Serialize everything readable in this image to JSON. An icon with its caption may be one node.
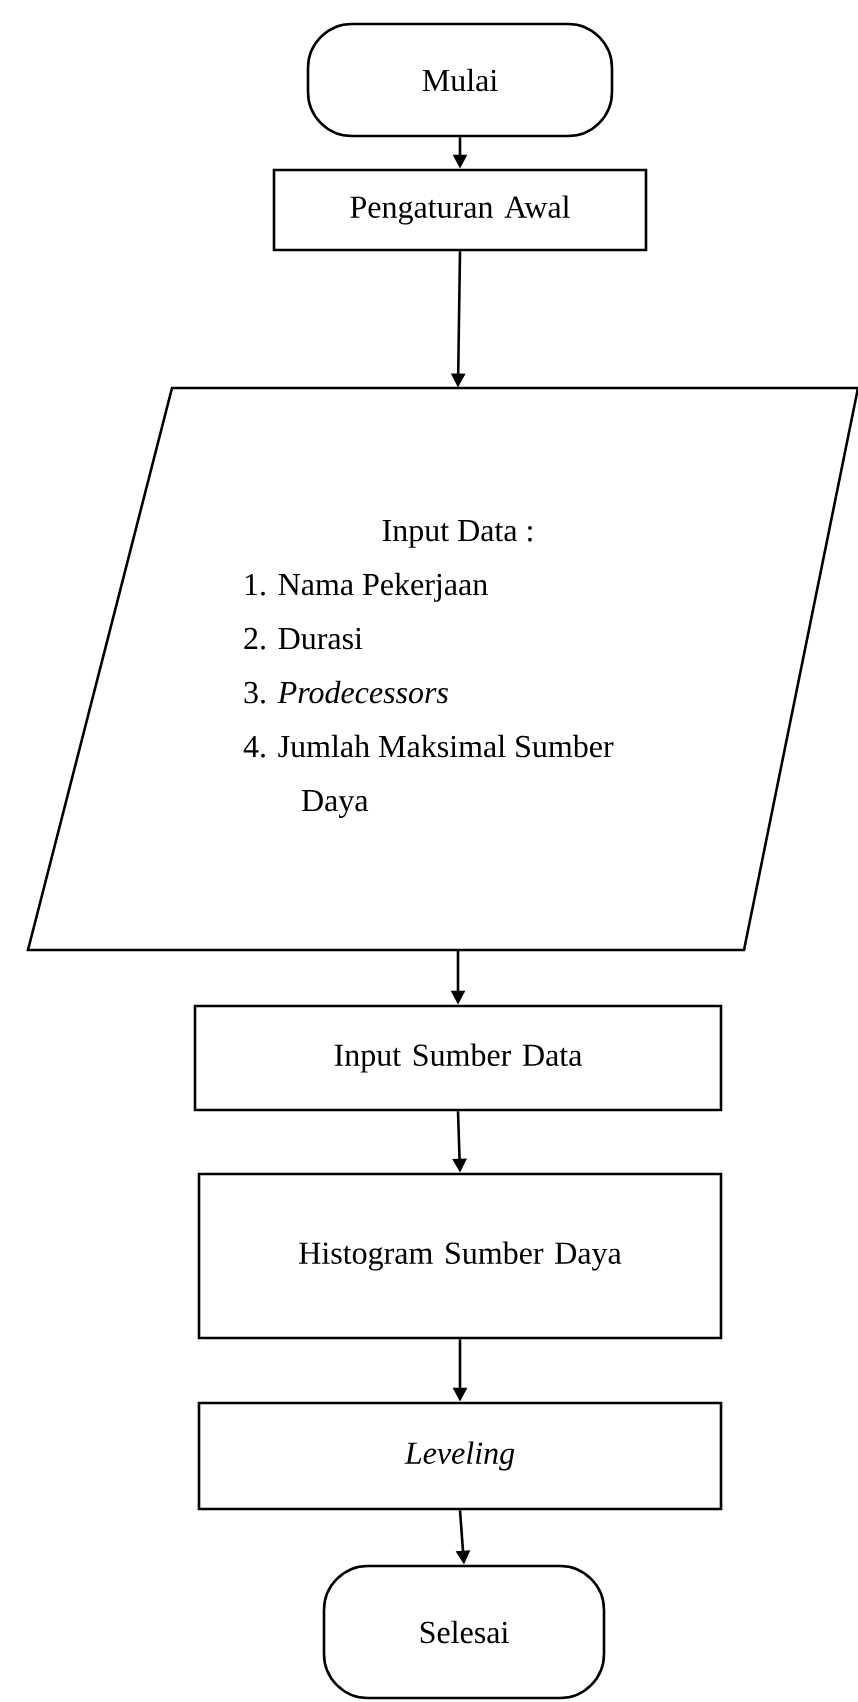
{
  "diagram": {
    "nodes": [
      {
        "text": [
          "Mulai"
        ]
      },
      {
        "text": [
          "Pengaturan Awal"
        ]
      },
      {
        "text": [
          "Input Data :",
          "1. Nama Pekerjaan",
          "2. Durasi",
          "3. *Prodecessors*",
          "4. Jumlah Maksimal Sumber Daya"
        ]
      },
      {
        "text": [
          "Input Sumber Data"
        ]
      },
      {
        "text": [
          "Histogram Sumber Daya"
        ]
      },
      {
        "text": [
          "Leveling"
        ]
      },
      {
        "text": [
          "Selesai"
        ]
      }
    ],
    "edges": [
      {
        "from": 0,
        "to": 1,
        "arrow": "to"
      },
      {
        "from": 1,
        "to": 2,
        "arrow": "to"
      },
      {
        "from": 2,
        "to": 3,
        "arrow": "to"
      },
      {
        "from": 3,
        "to": 4,
        "arrow": "to"
      },
      {
        "from": 4,
        "to": 5,
        "arrow": "to"
      },
      {
        "from": 5,
        "to": 6,
        "arrow": "to"
      }
    ]
  }
}
